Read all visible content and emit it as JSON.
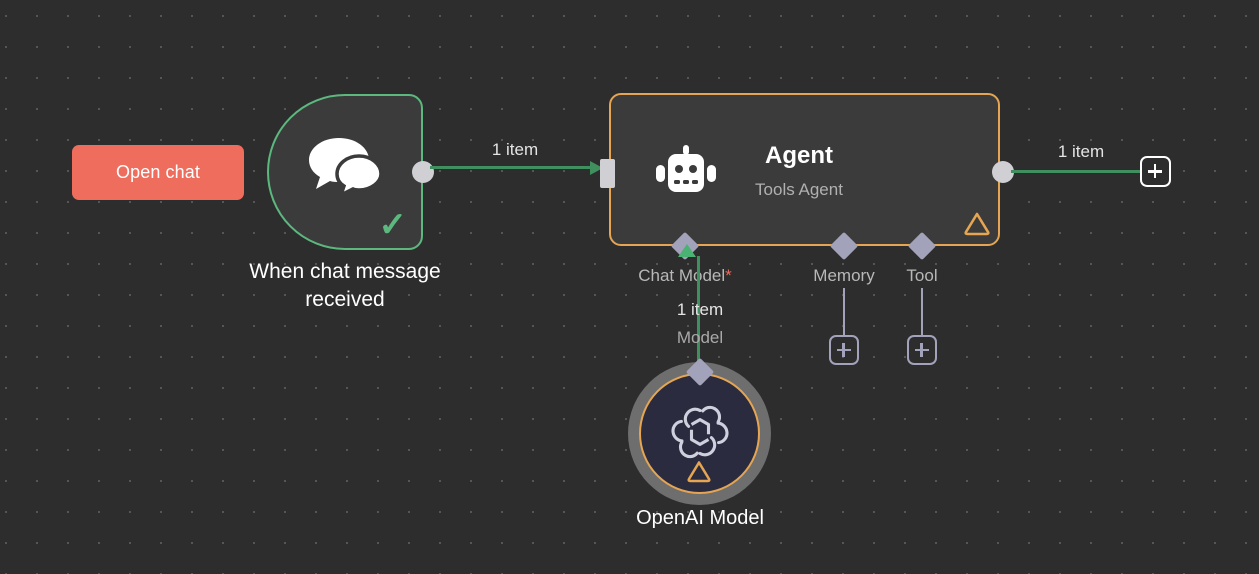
{
  "canvas": {
    "background_color": "#2d2d2d",
    "dot_color": "#555555"
  },
  "colors": {
    "trigger_accent": "#5cb87f",
    "agent_accent": "#e5a552",
    "connection_green": "#3f8f5f",
    "open_chat_button": "#ee6d5d",
    "subnode_connector": "#a2a2bb",
    "required_asterisk": "#ec6a5e",
    "node_body": "#3b3b3b",
    "openai_inner": "#2b2b40",
    "openai_ring": "#6e6e6e"
  },
  "open_chat": {
    "label": "Open chat"
  },
  "trigger_node": {
    "label": "When chat message received",
    "icon": "chat-bubbles-icon",
    "status_icon": "checkmark-icon"
  },
  "agent_node": {
    "title": "Agent",
    "subtitle": "Tools Agent",
    "icon": "robot-icon",
    "warning_icon": "warning-triangle-icon"
  },
  "connections": {
    "trigger_to_agent_label": "1 item",
    "agent_output_label": "1 item",
    "model_items_label": "1 item",
    "model_connection_label": "Model"
  },
  "sub_connectors": [
    {
      "name": "chat-model",
      "label": "Chat Model",
      "required": true,
      "required_marker": "*",
      "has_add_button": false
    },
    {
      "name": "memory",
      "label": "Memory",
      "required": false,
      "required_marker": "",
      "has_add_button": true
    },
    {
      "name": "tool",
      "label": "Tool",
      "required": false,
      "required_marker": "",
      "has_add_button": true
    }
  ],
  "openai_node": {
    "label": "OpenAI Model",
    "icon": "openai-logo-icon",
    "warning_icon": "warning-triangle-icon"
  },
  "add_buttons": {
    "main_output": "plus-icon",
    "memory": "plus-icon",
    "tool": "plus-icon"
  }
}
